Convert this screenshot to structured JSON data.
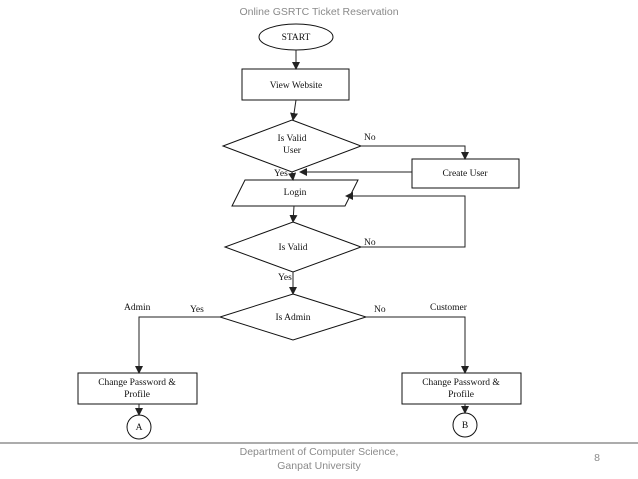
{
  "slide": {
    "title": "Online GSRTC Ticket Reservation",
    "footer_line1": "Department of Computer Science,",
    "footer_line2": "Ganpat University",
    "page_number": "8",
    "rule_color": "#7a7a7a",
    "footer_color": "#8a8a8a"
  },
  "flowchart": {
    "nodes": {
      "start": {
        "label": "START",
        "shape": "ellipse"
      },
      "view_website": {
        "label": "View Website",
        "shape": "rectangle"
      },
      "is_valid_user": {
        "label_line1": "Is Valid",
        "label_line2": "User",
        "shape": "diamond"
      },
      "create_user": {
        "label": "Create User",
        "shape": "rectangle"
      },
      "login": {
        "label": "Login",
        "shape": "parallelogram"
      },
      "is_valid": {
        "label": "Is Valid",
        "shape": "diamond"
      },
      "is_admin": {
        "label": "Is Admin",
        "shape": "diamond"
      },
      "change_password_admin": {
        "label_line1": "Change Password &",
        "label_line2": "Profile",
        "shape": "rectangle"
      },
      "change_password_customer": {
        "label_line1": "Change Password &",
        "label_line2": "Profile",
        "shape": "rectangle"
      },
      "connector_a": {
        "label": "A",
        "shape": "circle"
      },
      "connector_b": {
        "label": "B",
        "shape": "circle"
      }
    },
    "edge_labels": {
      "valid_user_no": "No",
      "valid_user_yes": "Yes",
      "valid_no": "No",
      "valid_yes": "Yes",
      "admin_yes": "Yes",
      "admin_no": "No",
      "admin_role": "Admin",
      "customer_role": "Customer"
    }
  }
}
